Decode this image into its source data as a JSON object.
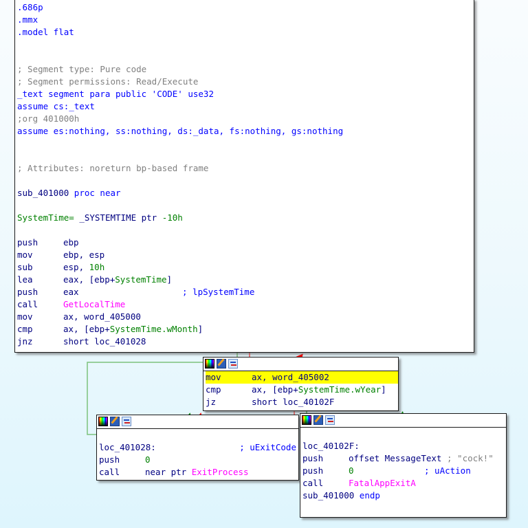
{
  "main_block": {
    "lines": [
      {
        "t": ".686p",
        "c": "dir"
      },
      {
        "t": ".mmx",
        "c": "dir"
      },
      {
        "t": ".model flat",
        "c": "dir"
      },
      {
        "t": "",
        "c": ""
      },
      {
        "t": "",
        "c": ""
      },
      {
        "t": "; Segment type: Pure code",
        "c": "cmt"
      },
      {
        "t": "; Segment permissions: Read/Execute",
        "c": "cmt"
      },
      {
        "t": "_text segment para public 'CODE' use32",
        "c": "dir"
      },
      {
        "t": "assume cs:_text",
        "c": "dir"
      },
      {
        "t": ";org 401000h",
        "c": "cmt"
      },
      {
        "t": "assume es:nothing, ss:nothing, ds:_data, fs:nothing, gs:nothing",
        "c": "dir"
      },
      {
        "t": "",
        "c": ""
      },
      {
        "t": "",
        "c": ""
      },
      {
        "t": "; Attributes: noreturn bp-based frame",
        "c": "cmt"
      },
      {
        "t": "",
        "c": ""
      },
      {
        "t": "sub_401000 proc near",
        "c": "dir"
      },
      {
        "t": "",
        "c": ""
      },
      {
        "t": "SystemTime= _SYSTEMTIME ptr -10h",
        "c": "var"
      }
    ],
    "instructions": [
      {
        "mn": "push",
        "op": "ebp"
      },
      {
        "mn": "mov",
        "op": "ebp, esp"
      },
      {
        "mn": "sub",
        "op": "esp, ",
        "num": "10h"
      },
      {
        "mn": "lea",
        "op": "eax, [ebp+",
        "sym": "SystemTime",
        "tail": "]"
      },
      {
        "mn": "push",
        "op": "eax",
        "comment": "; lpSystemTime"
      },
      {
        "mn": "call",
        "func": "GetLocalTime"
      },
      {
        "mn": "mov",
        "op": "ax, word_405000"
      },
      {
        "mn": "cmp",
        "op": "ax, [ebp+",
        "sym": "SystemTime.wMonth",
        "tail": "]"
      },
      {
        "mn": "jnz",
        "op": "short loc_401028"
      }
    ]
  },
  "mid_block": {
    "l1": {
      "mn": "mov",
      "op": "ax, word_405002"
    },
    "l2": {
      "mn": "cmp",
      "op": "ax, [ebp+",
      "sym": "SystemTime.wYear",
      "tail": "]"
    },
    "l3": {
      "mn": "jz",
      "op": "short loc_40102F"
    }
  },
  "left_block": {
    "label": "loc_401028:",
    "label_comment": "; uExitCode",
    "l1": {
      "mn": "push",
      "num": "0"
    },
    "l2": {
      "mn": "call",
      "op": "near ptr ",
      "func": "ExitProcess"
    }
  },
  "right_block": {
    "label": "loc_40102F:",
    "l1": {
      "mn": "push",
      "op": "offset MessageText",
      "comment": " ; \"cock!\""
    },
    "l2": {
      "mn": "push",
      "num": "0",
      "comment": "; uAction"
    },
    "l3": {
      "mn": "call",
      "func": "FatalAppExitA"
    },
    "l4": {
      "label": "sub_401000",
      "kw": " endp"
    }
  },
  "node_header_icons": [
    "color-icon",
    "edit-icon",
    "graph-icon"
  ],
  "colors": {
    "true_edge": "#008000",
    "false_edge": "#ff0000",
    "highlight": "#ffff00"
  }
}
